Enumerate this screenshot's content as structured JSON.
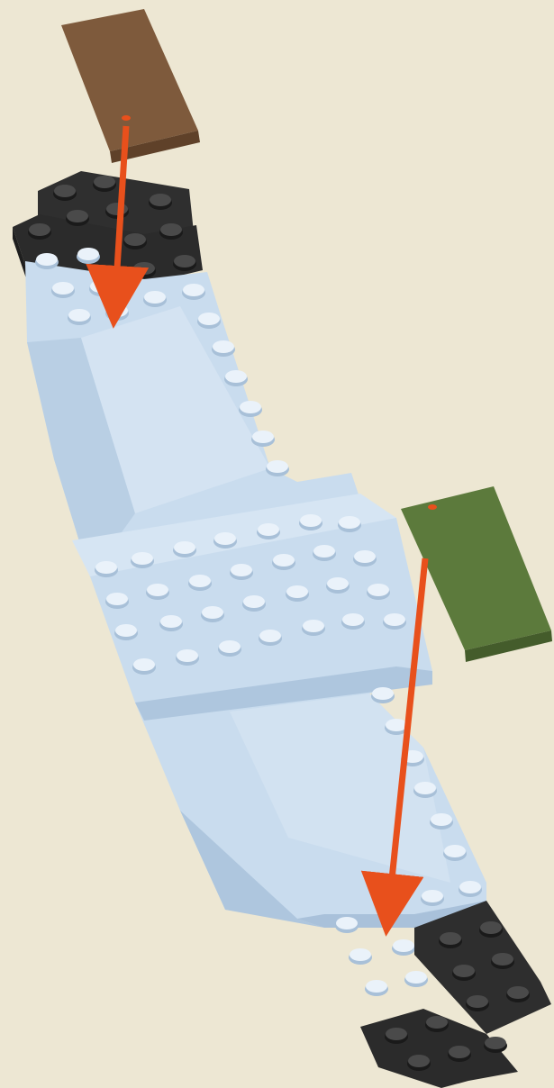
{
  "diagram": {
    "kind": "building-instruction-step",
    "colors": {
      "background": "#ede7d3",
      "light_bluish": "#c9dcee",
      "black": "#2e2e2e",
      "brown": "#7e5a3c",
      "green": "#5c7a3c",
      "arrow": "#e8501c"
    },
    "parts": [
      {
        "name": "brown-tile-1x2",
        "color": "brown",
        "placement": "top"
      },
      {
        "name": "green-tile-1x2",
        "color": "green",
        "placement": "right"
      }
    ],
    "arrows": 2
  }
}
